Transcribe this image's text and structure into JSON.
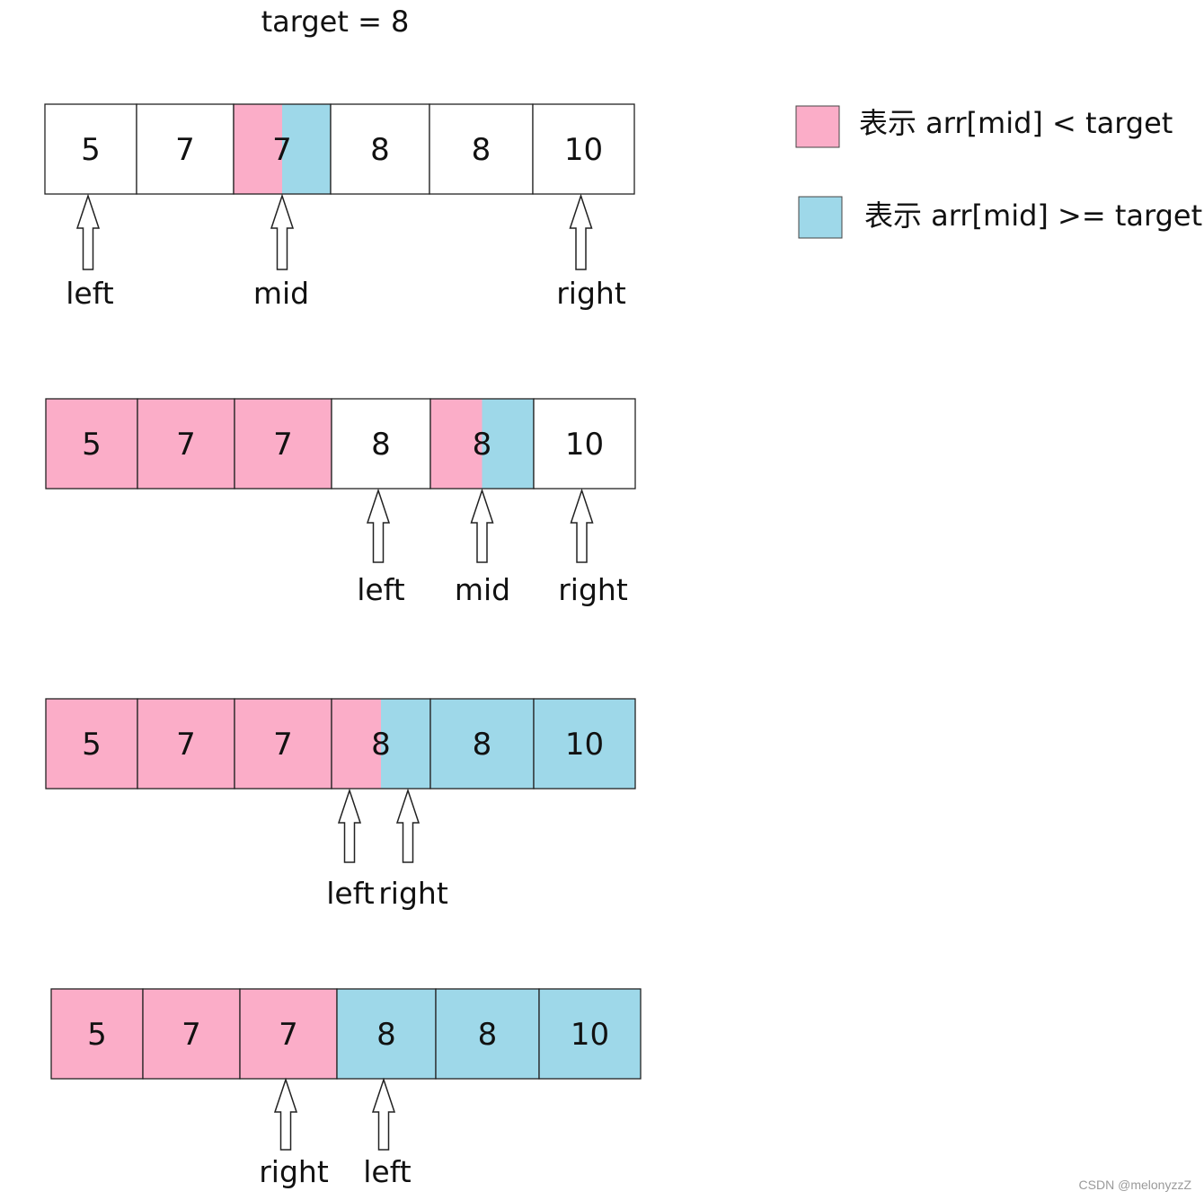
{
  "title": "target = 8",
  "colors": {
    "less": "#fbadc8",
    "ge": "#9ed8e9",
    "empty": "#ffffff",
    "border": "#222222"
  },
  "legend": [
    {
      "color": "less",
      "label": "表示 arr[mid] < target"
    },
    {
      "color": "ge",
      "label": "表示 arr[mid] >= target"
    }
  ],
  "rows": [
    {
      "values": [
        "5",
        "7",
        "7",
        "8",
        "8",
        "10"
      ],
      "fills": [
        "empty",
        "empty",
        "split:less:ge",
        "empty",
        "empty",
        "empty"
      ],
      "pointers": [
        {
          "label": "left",
          "cell": 0,
          "pos": "center"
        },
        {
          "label": "mid",
          "cell": 2,
          "pos": "split"
        },
        {
          "label": "right",
          "cell": 5,
          "pos": "center"
        }
      ]
    },
    {
      "values": [
        "5",
        "7",
        "7",
        "8",
        "8",
        "10"
      ],
      "fills": [
        "less",
        "less",
        "less",
        "empty",
        "split:less:ge",
        "empty"
      ],
      "pointers": [
        {
          "label": "left",
          "cell": 3,
          "pos": "center"
        },
        {
          "label": "mid",
          "cell": 4,
          "pos": "split"
        },
        {
          "label": "right",
          "cell": 5,
          "pos": "center"
        }
      ]
    },
    {
      "values": [
        "5",
        "7",
        "7",
        "8",
        "8",
        "10"
      ],
      "fills": [
        "less",
        "less",
        "less",
        "split:less:ge",
        "ge",
        "ge"
      ],
      "pointers": [
        {
          "label": "left",
          "cell": 3,
          "pos": "left"
        },
        {
          "label": "right",
          "cell": 3,
          "pos": "right"
        }
      ]
    },
    {
      "values": [
        "5",
        "7",
        "7",
        "8",
        "8",
        "10"
      ],
      "fills": [
        "less",
        "less",
        "less",
        "ge",
        "ge",
        "ge"
      ],
      "pointers": [
        {
          "label": "right",
          "cell": 2,
          "pos": "center"
        },
        {
          "label": "left",
          "cell": 3,
          "pos": "center"
        }
      ]
    }
  ],
  "watermark": "CSDN @melonyzzZ"
}
